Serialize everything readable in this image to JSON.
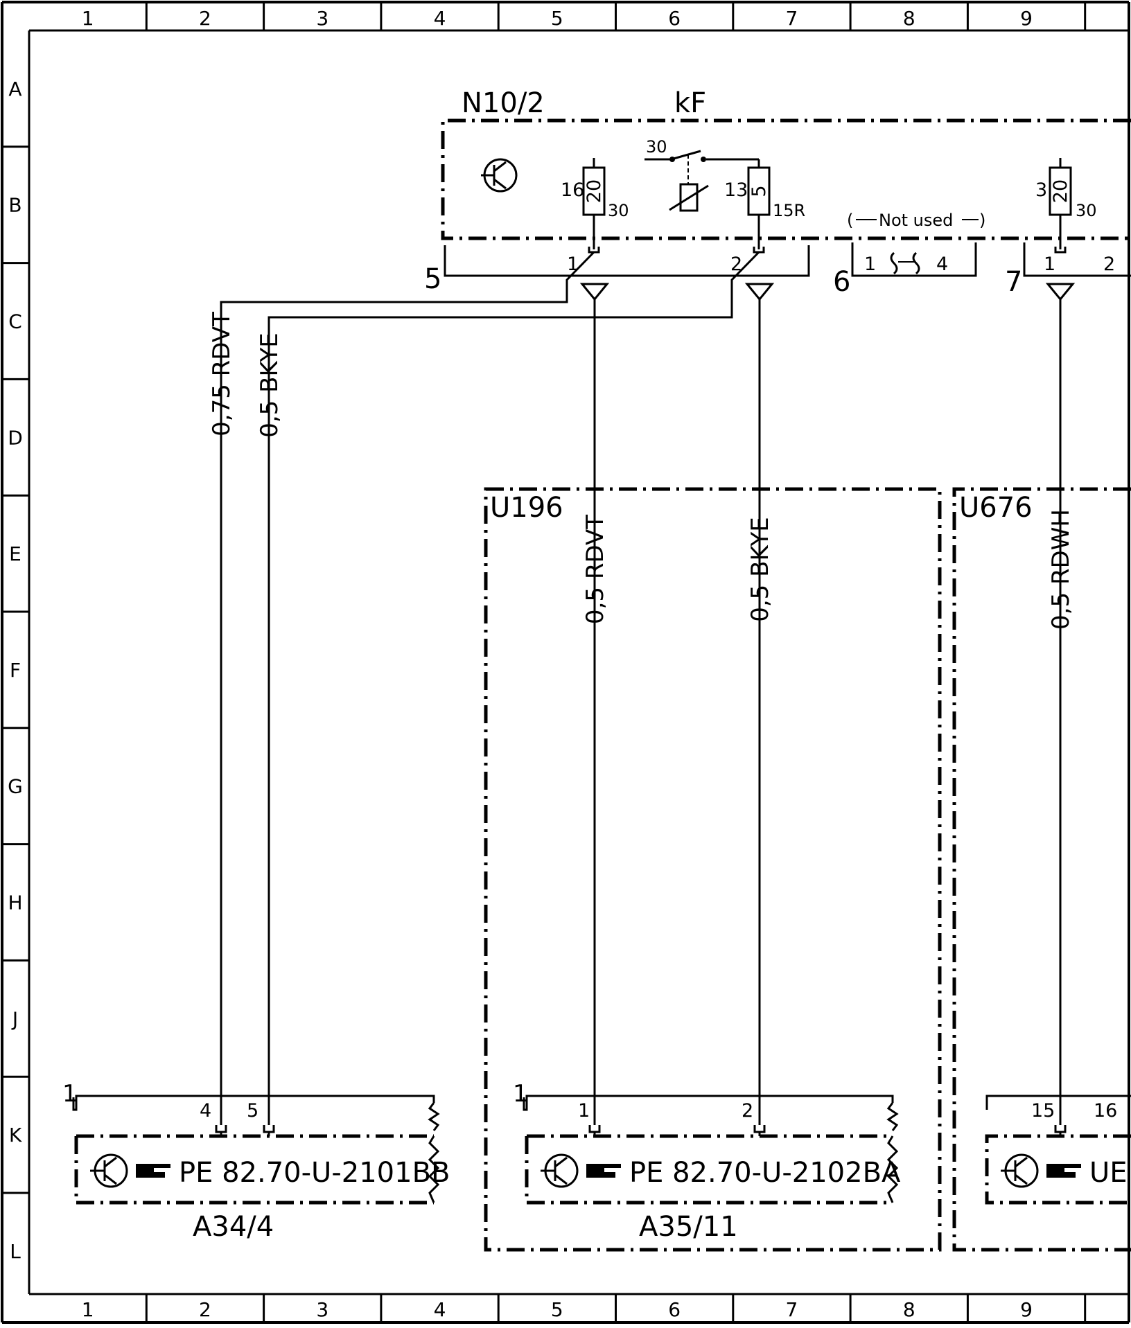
{
  "grid": {
    "columns": [
      "1",
      "2",
      "3",
      "4",
      "5",
      "6",
      "7",
      "8",
      "9"
    ],
    "rows": [
      "A",
      "B",
      "C",
      "D",
      "E",
      "F",
      "G",
      "H",
      "J",
      "K",
      "L"
    ]
  },
  "control_unit": {
    "id": "N10/2",
    "fuse_block": "kF",
    "fuses": [
      {
        "pin": "16",
        "rating": "20",
        "terminal": "30"
      },
      {
        "pin": "13",
        "rating": "5",
        "terminal": "15R"
      },
      {
        "pin": "3",
        "rating": "20",
        "terminal": "30"
      }
    ],
    "relay_terminal": "30",
    "not_used": "Not used"
  },
  "connectors": [
    {
      "number": "5",
      "pins": [
        "1",
        "2"
      ]
    },
    {
      "number": "6",
      "pins": [
        "1",
        "4"
      ]
    },
    {
      "number": "7",
      "pins": [
        "1",
        "2"
      ]
    }
  ],
  "wires": [
    {
      "label": "0,75 RDVT"
    },
    {
      "label": "0,5 BKYE"
    },
    {
      "label": "0,5 RDVT"
    },
    {
      "label": "0,5 BKYE"
    },
    {
      "label": "0,5 RDWH"
    }
  ],
  "equipment": [
    {
      "code": "U196"
    },
    {
      "code": "U676"
    }
  ],
  "components": [
    {
      "id": "A34/4",
      "ref": "PE 82.70-U-2101BB",
      "connector": "1",
      "pins": [
        "4",
        "5"
      ]
    },
    {
      "id": "A35/11",
      "ref": "PE 82.70-U-2102BA",
      "connector": "1",
      "pins": [
        "1",
        "2"
      ]
    },
    {
      "id": "",
      "ref": "UE",
      "connector": "",
      "pins": [
        "15",
        "16"
      ]
    }
  ]
}
